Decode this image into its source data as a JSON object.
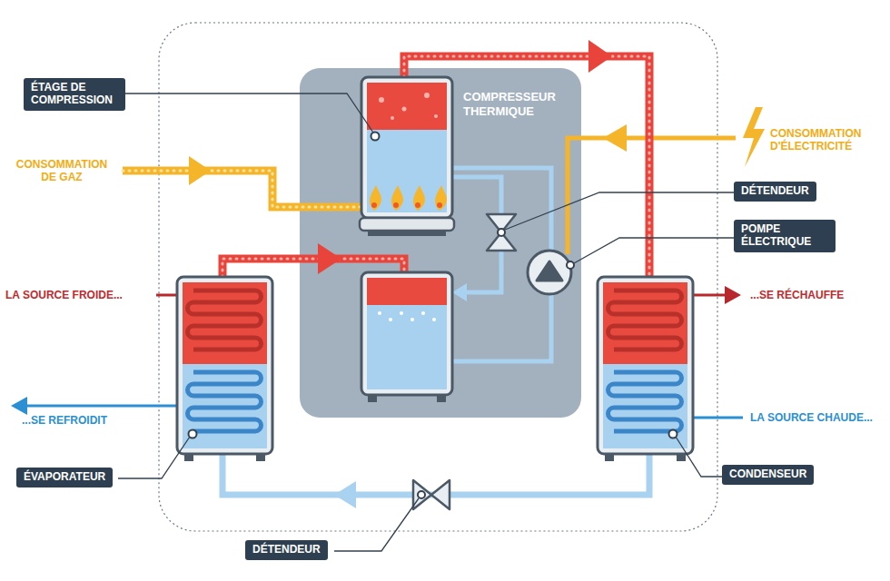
{
  "diagram": {
    "nodes": [
      {
        "text": [
          "ÉTAGE DE COMPRESSION"
        ]
      },
      {
        "text": [
          "COMPRESSEUR THERMIQUE"
        ]
      },
      {
        "text": [
          "DÉTENDEUR"
        ]
      },
      {
        "text": [
          "POMPE ÉLECTRIQUE"
        ]
      },
      {
        "text": [
          "ÉVAPORATEUR"
        ]
      },
      {
        "text": [
          "CONDENSEUR"
        ]
      },
      {
        "text": [
          "DÉTENDEUR"
        ]
      }
    ],
    "labels": [
      "CONSOMMATION D'ÉLECTRICITÉ",
      "CONSOMMATION DE GAZ",
      "LA SOURCE FROIDE...",
      "...SE RÉCHAUFFE",
      "...SE REFROIDIT",
      "LA SOURCE CHAUDE..."
    ]
  }
}
